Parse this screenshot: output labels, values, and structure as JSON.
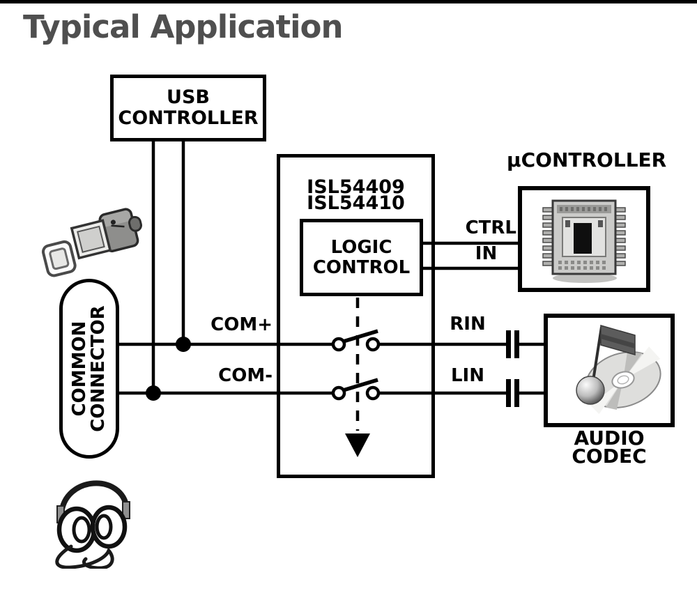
{
  "title": "Typical Application",
  "colors": {
    "title_text": "#4f4f4f",
    "diagram_ink": "#000000",
    "background": "#ffffff"
  },
  "blocks": {
    "usb_controller": {
      "line1": "USB",
      "line2": "CONTROLLER"
    },
    "switch_ic": {
      "part_line1": "ISL54409",
      "part_line2": "ISL54410"
    },
    "logic_control": {
      "line1": "LOGIC",
      "line2": "CONTROL"
    },
    "microcontroller": {
      "label": "µCONTROLLER"
    },
    "common_connector": {
      "line1": "COMMON",
      "line2": "CONNECTOR"
    },
    "audio_codec": {
      "line1": "AUDIO",
      "line2": "CODEC"
    }
  },
  "signals": {
    "com_plus": "COM+",
    "com_minus": "COM-",
    "rin": "RIN",
    "lin": "LIN",
    "ctrl": "CTRL",
    "in": "IN"
  },
  "icons": {
    "usb_plug": "usb-plug-icon",
    "microcontroller_chip": "microcontroller-chip-icon",
    "audio_cd_note": "audio-cd-note-icon",
    "headphones": "headphones-icon"
  }
}
